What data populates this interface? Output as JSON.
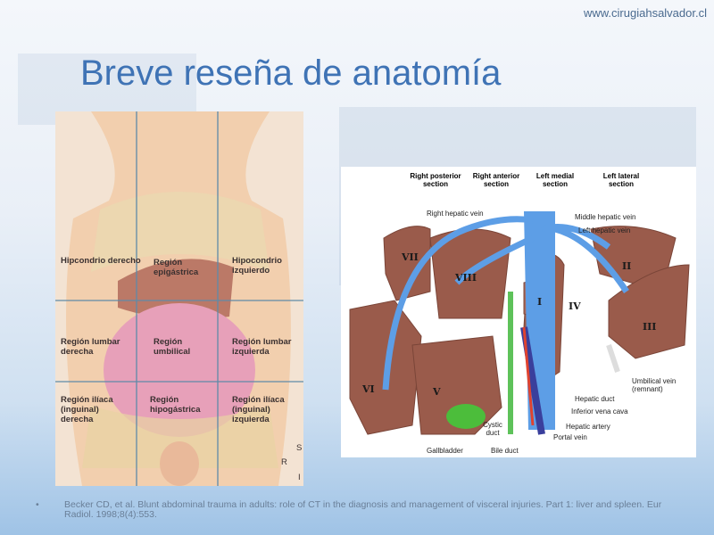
{
  "site": "www.cirugiahsalvador.cl",
  "title": "Breve reseña de anatomía",
  "abdomen_regions": [
    "Hipcondrio derecho",
    "Región epigástrica",
    "Hipocondrio izquierdo",
    "Región lumbar derecha",
    "Región umbilical",
    "Región lumbar izquierda",
    "Región ilíaca (inguinal) derecha",
    "Región hipogástrica",
    "Región ilíaca (inguinal) izquierda"
  ],
  "orientation": {
    "s": "S",
    "r": "R",
    "i": "I"
  },
  "liver": {
    "sections": [
      "Right posterior section",
      "Right anterior section",
      "Left medial section",
      "Left lateral section"
    ],
    "segments": [
      "VII",
      "VIII",
      "I",
      "IV",
      "II",
      "III",
      "VI",
      "V"
    ],
    "labels": {
      "rhv": "Right hepatic vein",
      "mhv": "Middle hepatic vein",
      "lhv": "Left hepatic vein",
      "umb": "Umbilical vein (remnant)",
      "hd": "Hepatic duct",
      "ivc": "Inferior vena cava",
      "ha": "Hepatic artery",
      "pv": "Portal vein",
      "cd": "Cystic duct",
      "bd": "Bile duct",
      "gb": "Gallbladder"
    }
  },
  "reference": {
    "bullet": "•",
    "text": "Becker CD, et al. Blunt abdominal trauma in adults: role of CT in the diagnosis and management of visceral injuries. Part 1: liver and spleen. Eur Radiol. 1998;8(4):553."
  }
}
